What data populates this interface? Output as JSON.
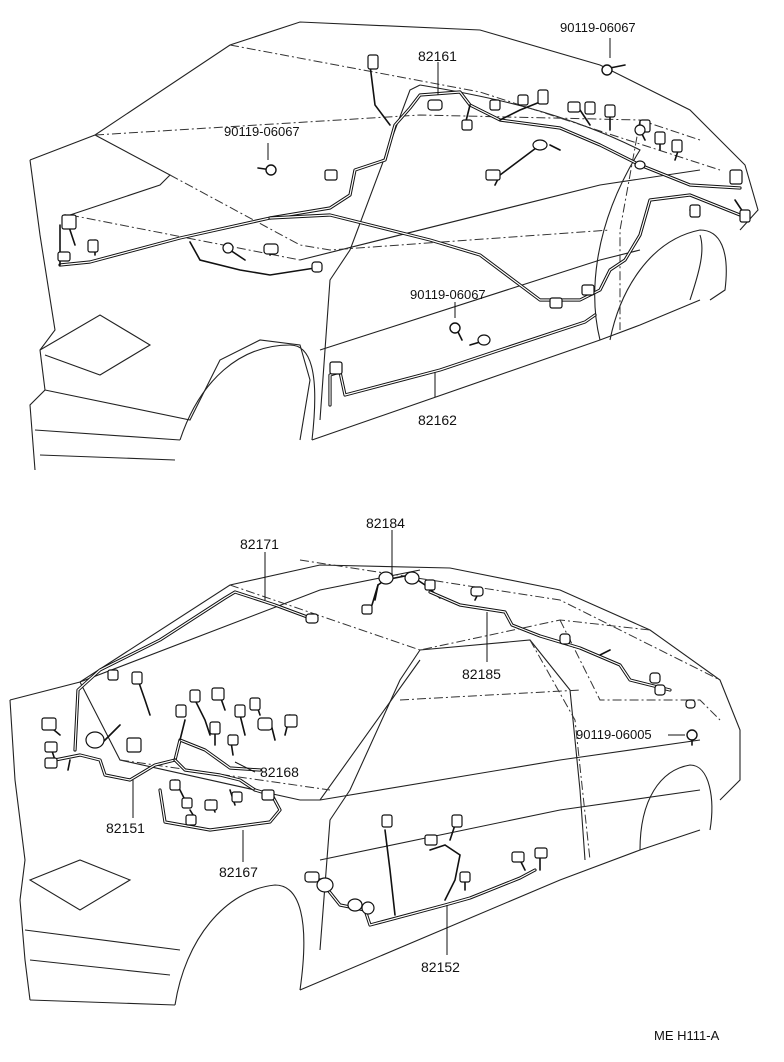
{
  "upper_view": {
    "parts": {
      "harness_roof_front": "82161",
      "harness_side_lower": "82162"
    },
    "bolts": {
      "bolt_top_right": "90119-06067",
      "bolt_left": "90119-06067",
      "bolt_center": "90119-06067"
    }
  },
  "lower_view": {
    "parts": {
      "harness_roof": "82171",
      "harness_dome": "82184",
      "harness_rear": "82185",
      "harness_cowl": "82168",
      "harness_engine": "82151",
      "harness_dash": "82167",
      "harness_floor": "82152"
    },
    "bolts": {
      "bolt_rear": "90119-06005"
    }
  },
  "figure_code": "ME  H111-A"
}
